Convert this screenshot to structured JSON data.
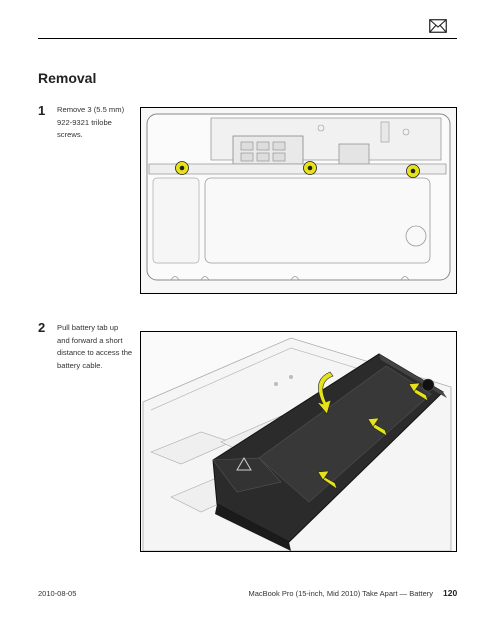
{
  "header": {
    "icon": "envelope-icon"
  },
  "section": {
    "title": "Removal"
  },
  "steps": [
    {
      "number": "1",
      "lines": [
        "Remove 3 (5.5 mm)",
        "922-9321 trilobe",
        "screws."
      ]
    },
    {
      "number": "2",
      "lines": [
        "Pull battery tab up",
        "and forward a short",
        "distance to access the",
        "battery cable."
      ]
    }
  ],
  "footer": {
    "date": "2010-08-05",
    "title": "MacBook Pro (15-inch, Mid 2010) Take Apart — Battery",
    "page": "120"
  },
  "colors": {
    "highlight": "#e6e21a",
    "battery": "#2b2b2b",
    "rule": "#000000"
  }
}
